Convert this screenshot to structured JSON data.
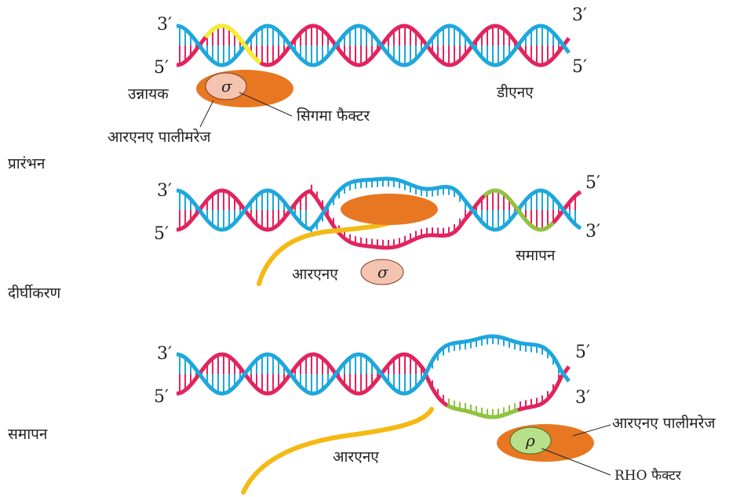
{
  "colors": {
    "blue_strand": "#1ea7dc",
    "red_strand": "#e2245e",
    "promoter": "#f5ef2a",
    "terminator": "#8cc63f",
    "polymerase": "#e87722",
    "sigma_fill": "#f5c4b0",
    "rho_fill": "#b8e08a",
    "rna": "#f5b915"
  },
  "stages": {
    "initiation": "प्रारंभन",
    "elongation": "दीर्घीकरण",
    "termination": "समापन"
  },
  "panel1": {
    "left_top": "3′",
    "left_bottom": "5′",
    "right_top": "3′",
    "right_bottom": "5′",
    "promoter": "उन्नायक",
    "dna": "डीएनए",
    "sigma_symbol": "σ",
    "sigma_factor": "सिगमा फैक्टर",
    "rna_polymerase": "आरएनए पालीमरेज"
  },
  "panel2": {
    "left_top": "3′",
    "left_bottom": "5′",
    "right_top": "5′",
    "right_bottom": "3′",
    "terminator": "समापन",
    "rna": "आरएनए",
    "sigma_symbol": "σ"
  },
  "panel3": {
    "left_top": "3′",
    "left_bottom": "5′",
    "right_top": "5′",
    "right_bottom": "3′",
    "rna": "आरएनए",
    "rna_polymerase": "आरएनए पालीमरेज",
    "rho_symbol": "ρ",
    "rho_factor": "RHO फैक्टर"
  }
}
